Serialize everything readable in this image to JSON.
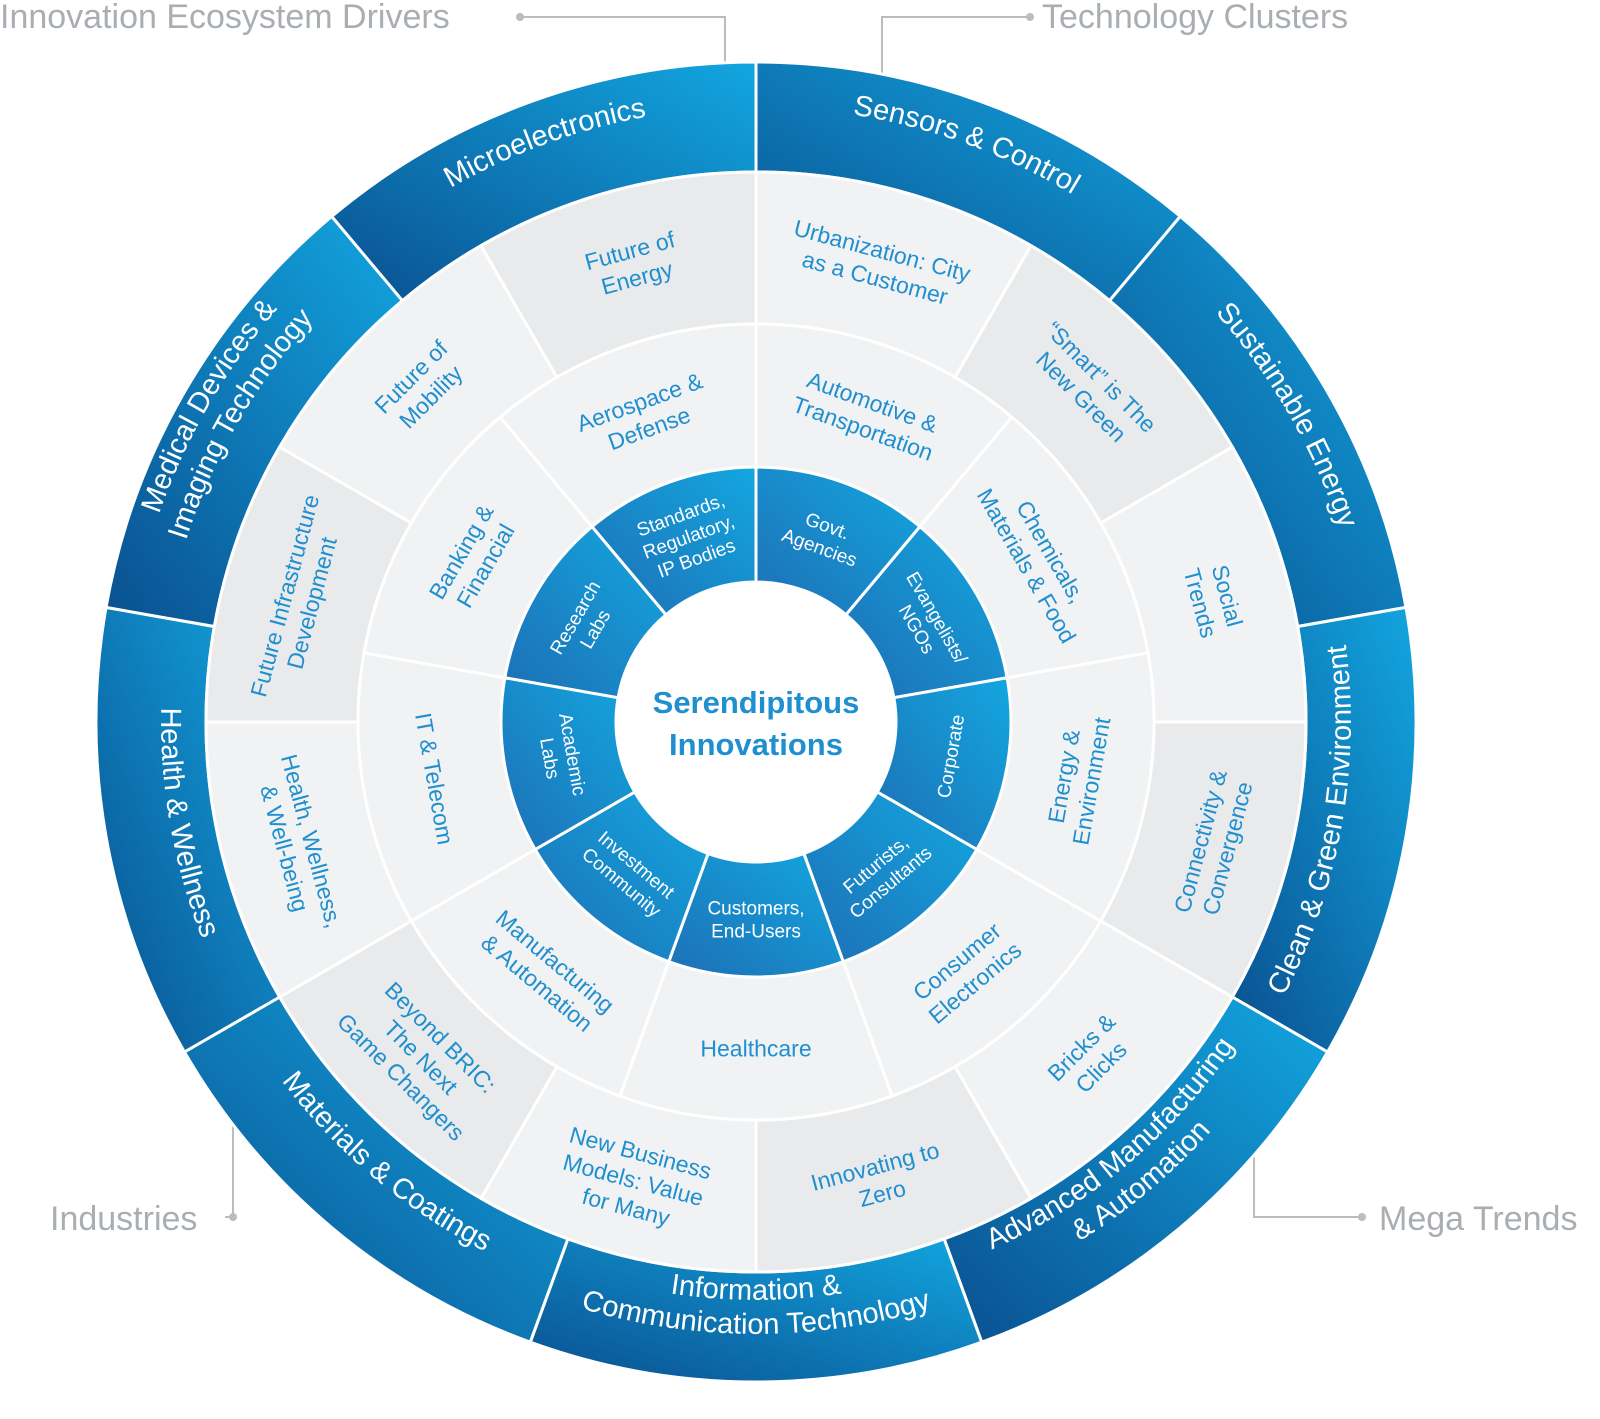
{
  "callouts": {
    "drivers": "Innovation Ecosystem Drivers",
    "clusters": "Technology Clusters",
    "industries": "Industries",
    "megatrends": "Mega Trends"
  },
  "center": {
    "line1": "Serendipitous",
    "line2": "Innovations"
  },
  "colors": {
    "outer_dark": "#0a4f8f",
    "outer_light": "#12a6e0",
    "drivers_dark": "#1d6fb5",
    "drivers_light": "#13a7e0",
    "ring_fill": "#f1f2f3",
    "ring_fill_alt": "#e9eaeb",
    "ring_text": "#1f8fd0",
    "center_text": "#1f8fd0",
    "callout_gray": "#a9aeb3"
  },
  "rings": {
    "technology_clusters": [
      [
        "Sensors & Control"
      ],
      [
        "Sustainable Energy"
      ],
      [
        "Clean & Green Environment"
      ],
      [
        "Advanced Manufacturing",
        "& Automation"
      ],
      [
        "Information &",
        "Communication Technology"
      ],
      [
        "Materials & Coatings"
      ],
      [
        "Health & Wellness"
      ],
      [
        "Medical Devices &",
        "Imaging Technology"
      ],
      [
        "Microelectronics"
      ]
    ],
    "mega_trends": [
      [
        "Urbanization: City",
        "as a Customer"
      ],
      [
        "“Smart” is The",
        "New Green"
      ],
      [
        "Social",
        "Trends"
      ],
      [
        "Connectivity &",
        "Convergence"
      ],
      [
        "Bricks &",
        "Clicks"
      ],
      [
        "Innovating to",
        "Zero"
      ],
      [
        "New Business",
        "Models: Value",
        "for Many"
      ],
      [
        "Beyond BRIC:",
        "The Next",
        "Game Changers"
      ],
      [
        "Health, Wellness,",
        "& Well-being"
      ],
      [
        "Future Infrastructure",
        "Development"
      ],
      [
        "Future of",
        "Mobility"
      ],
      [
        "Future of",
        "Energy"
      ]
    ],
    "industries": [
      [
        "Automotive &",
        "Transportation"
      ],
      [
        "Chemicals,",
        "Materials & Food"
      ],
      [
        "Energy &",
        "Environment"
      ],
      [
        "Consumer",
        "Electronics"
      ],
      [
        "Healthcare"
      ],
      [
        "Manufacturing",
        "& Automation"
      ],
      [
        "IT & Telecom"
      ],
      [
        "Banking &",
        "Financial"
      ],
      [
        "Aerospace &",
        "Defense"
      ]
    ],
    "innovation_drivers": [
      [
        "Govt.",
        "Agencies"
      ],
      [
        "Evangelists/",
        "NGOs"
      ],
      [
        "Corporate"
      ],
      [
        "Futurists,",
        "Consultants"
      ],
      [
        "Customers,",
        "End-Users"
      ],
      [
        "Investment",
        "Community"
      ],
      [
        "Academic",
        "Labs"
      ],
      [
        "Research",
        "Labs"
      ],
      [
        "Standards,",
        "Regulatory,",
        "IP Bodies"
      ]
    ]
  }
}
